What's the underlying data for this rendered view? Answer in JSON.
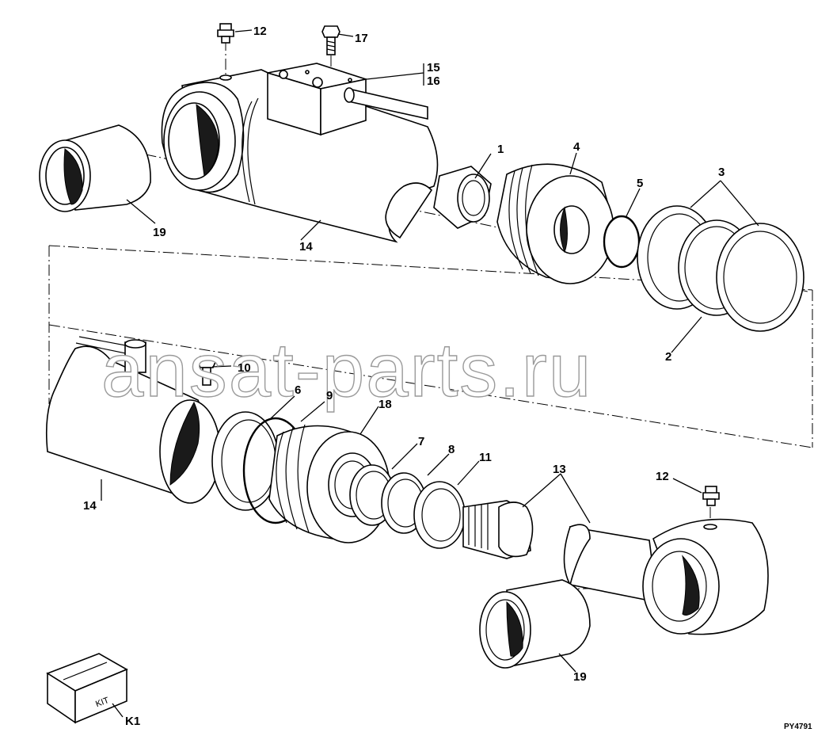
{
  "drawing_code": "PY4791",
  "watermark": "ansat-parts.ru",
  "kit_box_text": "KIT",
  "callouts": {
    "c1": "1",
    "c2": "2",
    "c3": "3",
    "c4": "4",
    "c5": "5",
    "c6": "6",
    "c7": "7",
    "c8": "8",
    "c9": "9",
    "c10": "10",
    "c11": "11",
    "c12a": "12",
    "c12b": "12",
    "c13": "13",
    "c14a": "14",
    "c14b": "14",
    "c15": "15",
    "c16": "16",
    "c17": "17",
    "c18": "18",
    "c19a": "19",
    "c19b": "19",
    "k1": "K1"
  }
}
